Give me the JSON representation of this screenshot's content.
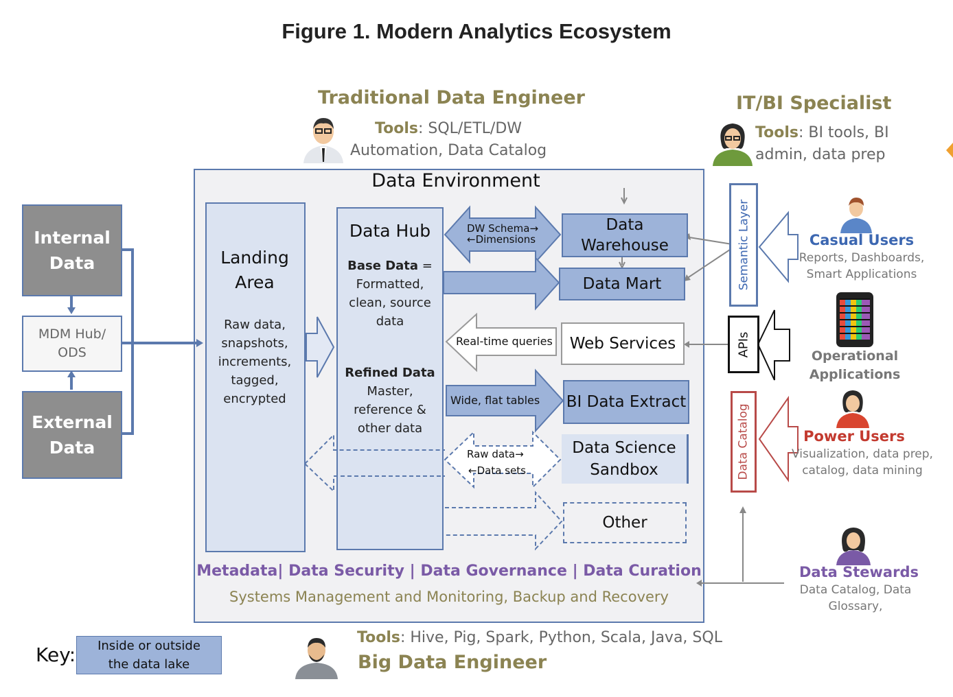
{
  "title": "Figure 1. Modern Analytics Ecosystem",
  "traditional": {
    "role": "Traditional Data Engineer",
    "tools_label": "Tools",
    "tools_line1": ": SQL/ETL/DW",
    "tools_line2": "Automation, Data Catalog"
  },
  "itbi": {
    "role": "IT/BI Specialist",
    "tools_label": "Tools",
    "tools_line1": ": BI tools, BI",
    "tools_line2": "admin, data prep"
  },
  "sources": {
    "internal": [
      "Internal",
      "Data"
    ],
    "mdm": [
      "MDM Hub/",
      "ODS"
    ],
    "external": [
      "External",
      "Data"
    ]
  },
  "environment": {
    "title": "Data Environment",
    "landing": {
      "title": [
        "Landing",
        "Area"
      ],
      "desc": [
        "Raw data,",
        "snapshots,",
        "increments,",
        "tagged,",
        "encrypted"
      ]
    },
    "hub": {
      "title": "Data Hub",
      "base_bold": "Base Data",
      "base_rest": " =",
      "base_desc": [
        "Formatted,",
        "clean, source",
        "data"
      ],
      "refined_bold": "Refined Data",
      "refined_desc": [
        "Master,",
        "reference &",
        "other data"
      ]
    },
    "arrows": {
      "dw_schema": "DW Schema→",
      "dimensions": "←Dimensions",
      "realtime": "Real-time queries",
      "wide": "Wide, flat tables",
      "raw_data": "Raw data→",
      "data_sets": "←Data sets"
    },
    "targets": {
      "dw": [
        "Data",
        "Warehouse"
      ],
      "mart": "Data Mart",
      "web": "Web Services",
      "bi": "BI Data Extract",
      "ds": [
        "Data Science",
        "Sandbox"
      ],
      "other": "Other"
    },
    "footer_line1": [
      "Metadata",
      "|",
      "Data Security",
      "|",
      "Data Governance",
      "|",
      "Data Curation"
    ],
    "footer_line2": "Systems Management and Monitoring, Backup and  Recovery"
  },
  "layers": {
    "semantic": "Semantic Layer",
    "apis": "APIs",
    "catalog": "Data Catalog"
  },
  "users": {
    "casual": {
      "title": "Casual Users",
      "desc": [
        "Reports, Dashboards,",
        "Smart Applications"
      ]
    },
    "operational": {
      "title": [
        "Operational",
        "Applications"
      ]
    },
    "power": {
      "title": "Power Users",
      "desc": [
        "Visualization, data prep,",
        "catalog, data mining"
      ]
    },
    "stewards": {
      "title": "Data Stewards",
      "desc": [
        "Data Catalog, Data",
        "Glossary,"
      ]
    }
  },
  "bigdata": {
    "tools_label": "Tools",
    "tools_rest": ": Hive, Pig, Spark, Python, Scala, Java, SQL",
    "role": "Big Data Engineer"
  },
  "key": {
    "label": "Key:",
    "text": [
      "Inside or outside",
      "the data lake"
    ]
  },
  "colors": {
    "frame_blue": "#5b79ad",
    "box_blue": "#9db3d9",
    "light_blue": "#dbe3f1",
    "olive": "#8b8352",
    "purple": "#7a5aa6",
    "casual_blue": "#3c67b1",
    "power_red": "#c33a2f",
    "catalog_red": "#b84a48"
  }
}
